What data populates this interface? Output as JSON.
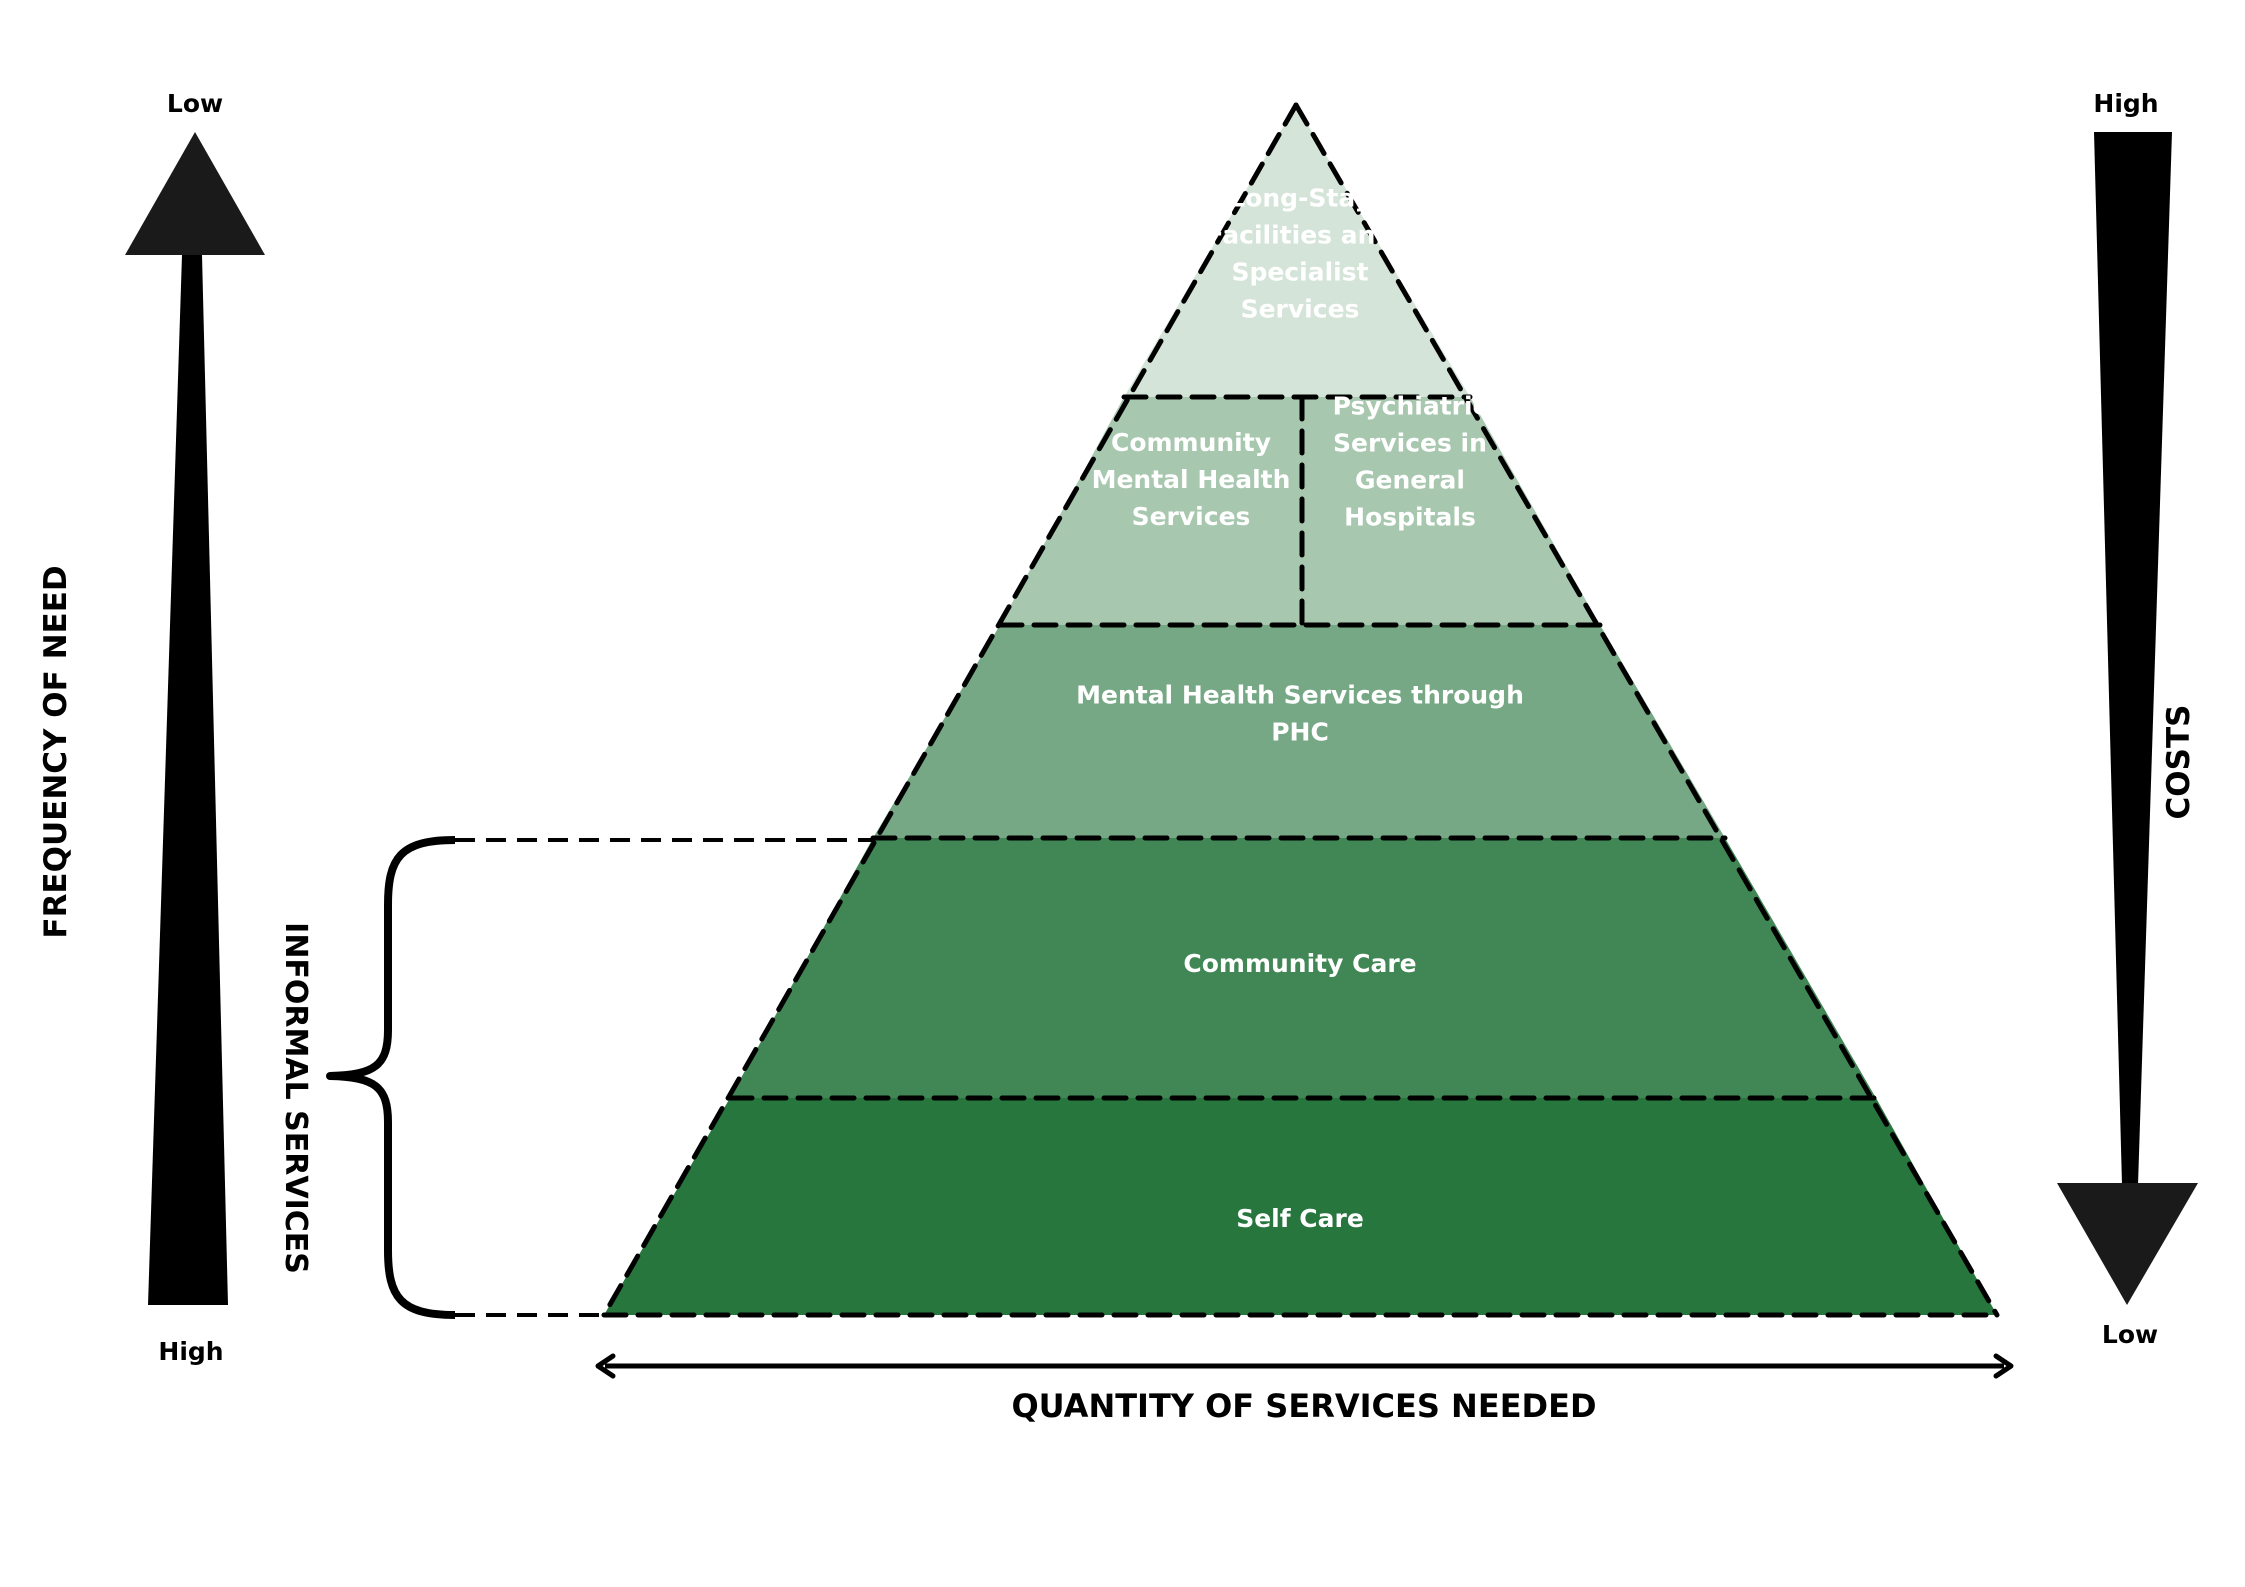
{
  "diagram": {
    "frequency_axis": {
      "title": "FREQUENCY OF NEED",
      "top_label": "Low",
      "bottom_label": "High"
    },
    "costs_axis": {
      "title": "COSTS",
      "top_label": "High",
      "bottom_label": "Low"
    },
    "quantity_axis": {
      "title": "QUANTITY OF SERVICES NEEDED"
    },
    "bracket": {
      "label": "INFORMAL SERVICES"
    },
    "tiers": {
      "top": {
        "label_lines": [
          "Long-Stay",
          "Facilities and",
          "Specialist",
          "Services"
        ],
        "color": "#d4e4d8"
      },
      "second_left": {
        "label_lines": [
          "Community",
          "Mental Health",
          "Services"
        ],
        "color": "#a8c7af"
      },
      "second_right": {
        "label_lines": [
          "Psychiatric",
          "Services in",
          "General",
          "Hospitals"
        ],
        "color": "#a8c7af"
      },
      "third": {
        "label_lines": [
          "Mental Health Services through",
          "PHC"
        ],
        "color": "#76a885"
      },
      "fourth": {
        "label_lines": [
          "Community Care"
        ],
        "color": "#418756"
      },
      "bottom": {
        "label_lines": [
          "Self Care"
        ],
        "color": "#26763e"
      }
    },
    "colors": {
      "arrow": "#1a1a1a",
      "outline": "#000000",
      "text_light": "#ffffff",
      "text_dark": "#000000"
    }
  }
}
